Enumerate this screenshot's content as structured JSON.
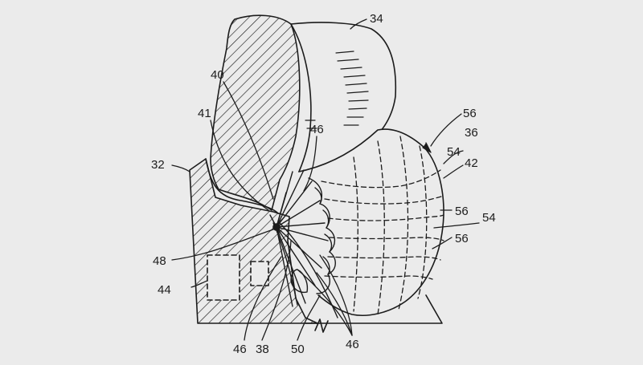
{
  "figure": {
    "background": "#ebebeb",
    "line_color": "#1c1c1c",
    "reference_numerals": [
      {
        "id": "n34",
        "text": "34"
      },
      {
        "id": "n56a",
        "text": "56"
      },
      {
        "id": "n36",
        "text": "36"
      },
      {
        "id": "n54a",
        "text": "54"
      },
      {
        "id": "n42",
        "text": "42"
      },
      {
        "id": "n40",
        "text": "40"
      },
      {
        "id": "n41",
        "text": "41"
      },
      {
        "id": "n46a",
        "text": "46"
      },
      {
        "id": "n32",
        "text": "32"
      },
      {
        "id": "n56b",
        "text": "56"
      },
      {
        "id": "n54b",
        "text": "54"
      },
      {
        "id": "n56c",
        "text": "56"
      },
      {
        "id": "n48",
        "text": "48"
      },
      {
        "id": "n44",
        "text": "44"
      },
      {
        "id": "n46b",
        "text": "46"
      },
      {
        "id": "n38",
        "text": "38"
      },
      {
        "id": "n50",
        "text": "50"
      },
      {
        "id": "n46c",
        "text": "46"
      }
    ]
  }
}
